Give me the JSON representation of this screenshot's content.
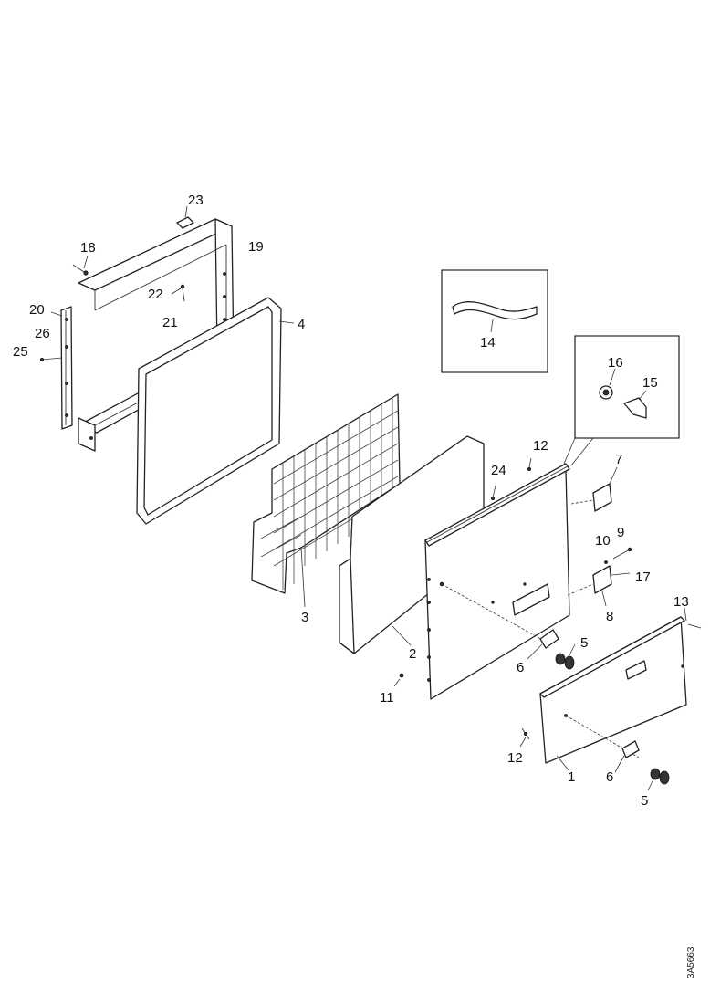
{
  "callouts": [
    {
      "id": "c1",
      "label": "1"
    },
    {
      "id": "c2",
      "label": "2"
    },
    {
      "id": "c3",
      "label": "3"
    },
    {
      "id": "c4",
      "label": "4"
    },
    {
      "id": "c5a",
      "label": "5"
    },
    {
      "id": "c5b",
      "label": "5"
    },
    {
      "id": "c6a",
      "label": "6"
    },
    {
      "id": "c6b",
      "label": "6"
    },
    {
      "id": "c7",
      "label": "7"
    },
    {
      "id": "c8",
      "label": "8"
    },
    {
      "id": "c9",
      "label": "9"
    },
    {
      "id": "c10",
      "label": "10"
    },
    {
      "id": "c11",
      "label": "11"
    },
    {
      "id": "c12a",
      "label": "12"
    },
    {
      "id": "c12b",
      "label": "12"
    },
    {
      "id": "c13",
      "label": "13"
    },
    {
      "id": "c14",
      "label": "14"
    },
    {
      "id": "c15",
      "label": "15"
    },
    {
      "id": "c16",
      "label": "16"
    },
    {
      "id": "c17",
      "label": "17"
    },
    {
      "id": "c18",
      "label": "18"
    },
    {
      "id": "c19",
      "label": "19"
    },
    {
      "id": "c20",
      "label": "20"
    },
    {
      "id": "c21",
      "label": "21"
    },
    {
      "id": "c22",
      "label": "22"
    },
    {
      "id": "c23",
      "label": "23"
    },
    {
      "id": "c24",
      "label": "24"
    },
    {
      "id": "c25",
      "label": "25"
    },
    {
      "id": "c26",
      "label": "26"
    }
  ],
  "drawing_number": "3A5663"
}
